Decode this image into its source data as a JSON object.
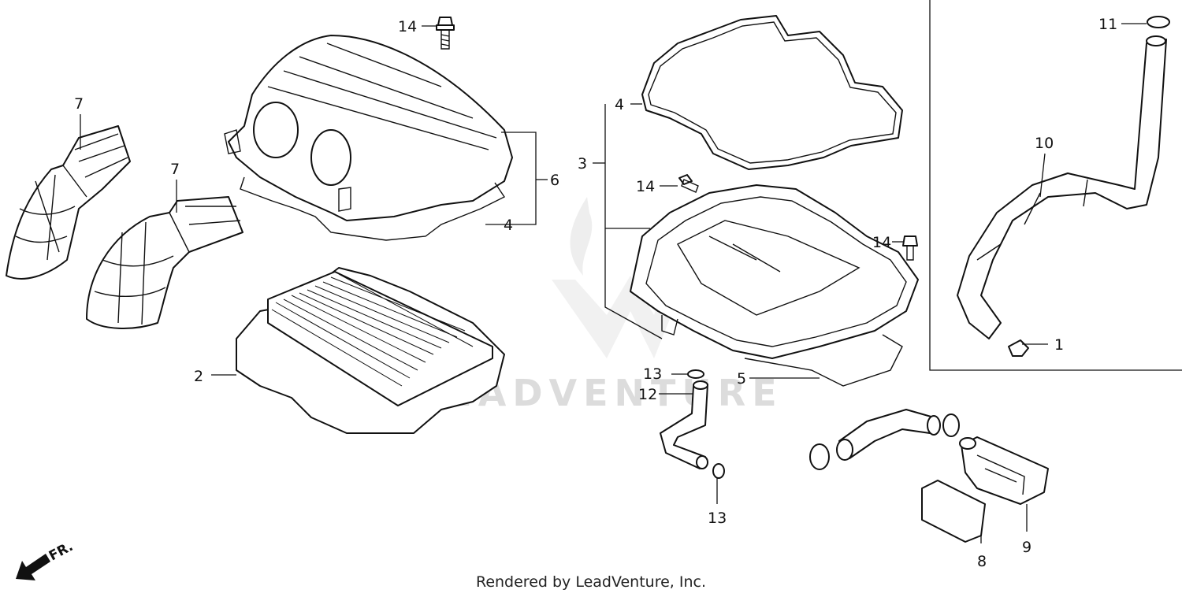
{
  "watermark": {
    "text": "LEADVENTURE"
  },
  "credit": "Rendered by LeadVenture, Inc.",
  "front_indicator": "FR.",
  "callouts": {
    "c1": "1",
    "c2": "2",
    "c3": "3",
    "c4a": "4",
    "c4b": "4",
    "c5": "5",
    "c6": "6",
    "c7a": "7",
    "c7b": "7",
    "c8": "8",
    "c9": "9",
    "c10": "10",
    "c11": "11",
    "c12": "12",
    "c13a": "13",
    "c13b": "13",
    "c14a": "14",
    "c14b": "14",
    "c14c": "14"
  }
}
